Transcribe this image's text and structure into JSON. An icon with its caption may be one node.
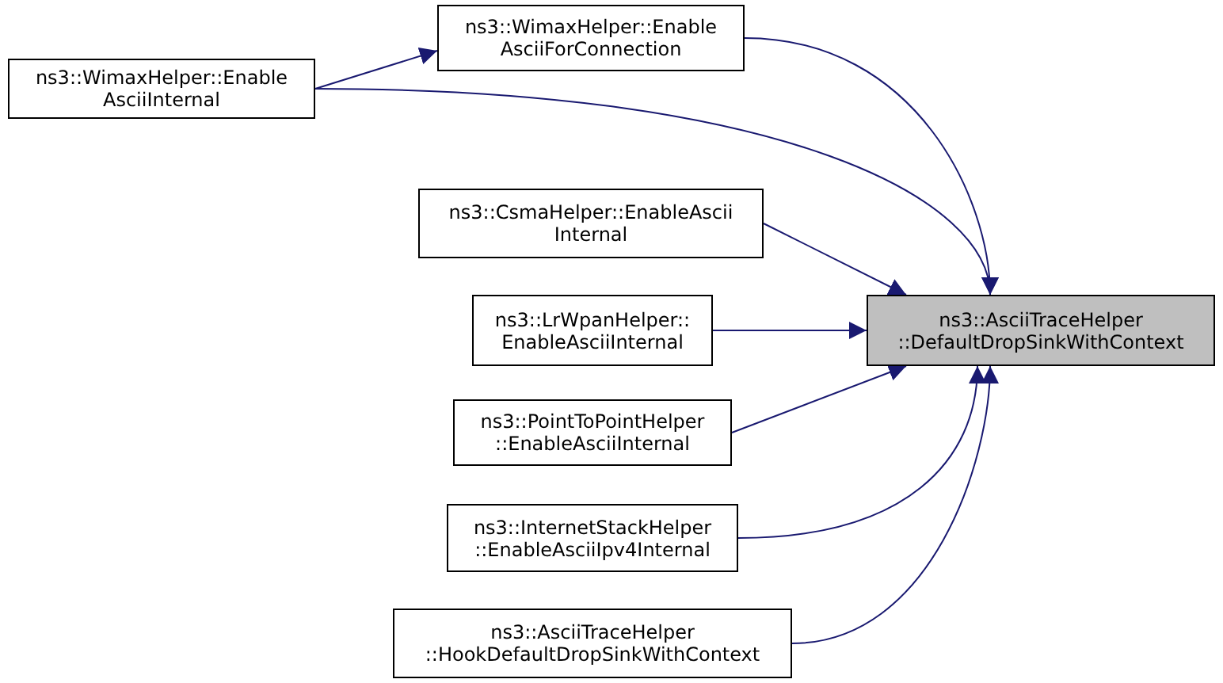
{
  "diagram": {
    "nodes": [
      {
        "text": [
          "ns3::WimaxHelper::Enable AsciiInternal"
        ]
      },
      {
        "text": [
          "ns3::WimaxHelper::Enable AsciiForConnection"
        ]
      },
      {
        "text": [
          "ns3::CsmaHelper::EnableAscii Internal"
        ]
      },
      {
        "text": [
          "ns3::LrWpanHelper:: EnableAsciiInternal"
        ]
      },
      {
        "text": [
          "ns3::PointToPointHelper ::EnableAsciiInternal"
        ]
      },
      {
        "text": [
          "ns3::InternetStackHelper ::EnableAsciiIpv4Internal"
        ]
      },
      {
        "text": [
          "ns3::AsciiTraceHelper ::HookDefaultDropSinkWithContext"
        ]
      },
      {
        "text": [
          "ns3::AsciiTraceHelper ::DefaultDropSinkWithContext"
        ]
      }
    ],
    "edges": [
      {
        "from": 0,
        "to": 1,
        "arrow": "to"
      },
      {
        "from": 1,
        "to": 7,
        "arrow": "to"
      },
      {
        "from": 0,
        "to": 7,
        "arrow": "to"
      },
      {
        "from": 2,
        "to": 7,
        "arrow": "to"
      },
      {
        "from": 3,
        "to": 7,
        "arrow": "to"
      },
      {
        "from": 4,
        "to": 7,
        "arrow": "to"
      },
      {
        "from": 5,
        "to": 7,
        "arrow": "to"
      },
      {
        "from": 6,
        "to": 7,
        "arrow": "to"
      }
    ]
  }
}
